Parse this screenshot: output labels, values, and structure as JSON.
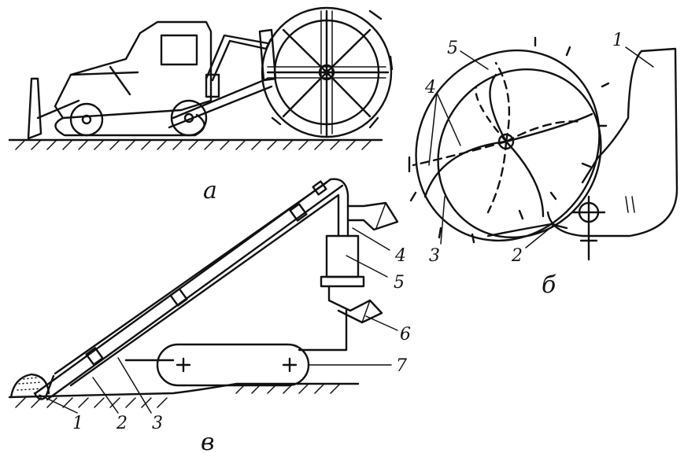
{
  "panels": {
    "a": {
      "caption": "а"
    },
    "b": {
      "caption": "б",
      "labels": [
        "1",
        "2",
        "3",
        "4",
        "5"
      ]
    },
    "v": {
      "caption": "в",
      "labels": [
        "1",
        "2",
        "3",
        "4",
        "5",
        "6",
        "7"
      ]
    }
  }
}
